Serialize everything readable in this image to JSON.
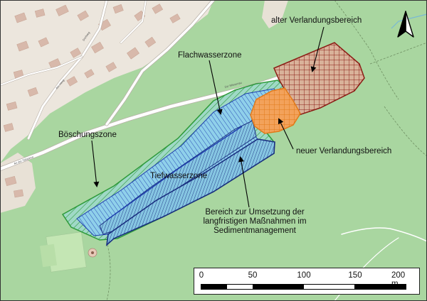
{
  "labels": {
    "old_sedimentation": "alter Verlandungsbereich",
    "shallow_water": "Flachwasserzone",
    "embankment": "Böschungszone",
    "deep_water": "Tiefwasserzone",
    "new_sedimentation": "neuer Verlandungsbereich",
    "measures_line1": "Bereich zur Umsetzung der",
    "measures_line2": "langfristigen Maßnahmen im",
    "measures_line3": "Sedimentmanagement"
  },
  "scale": {
    "ticks": [
      "0",
      "50",
      "100",
      "150",
      "200 m"
    ]
  },
  "colors": {
    "forest": "#a9d6a0",
    "settlement": "#ece6dd",
    "building": "#d8b9ab",
    "road": "#ffffff",
    "embankment_outline": "#2e9a3a",
    "water_light": "#8fd0ea",
    "water_dark": "#5aaed6",
    "deep_outline": "#1f3fb0",
    "old_sedimentation": "#8b1e16",
    "new_sedimentation": "#f3a25b",
    "new_outline": "#e07a1a"
  },
  "icons": {
    "north_arrow": "north-arrow-icon"
  }
}
